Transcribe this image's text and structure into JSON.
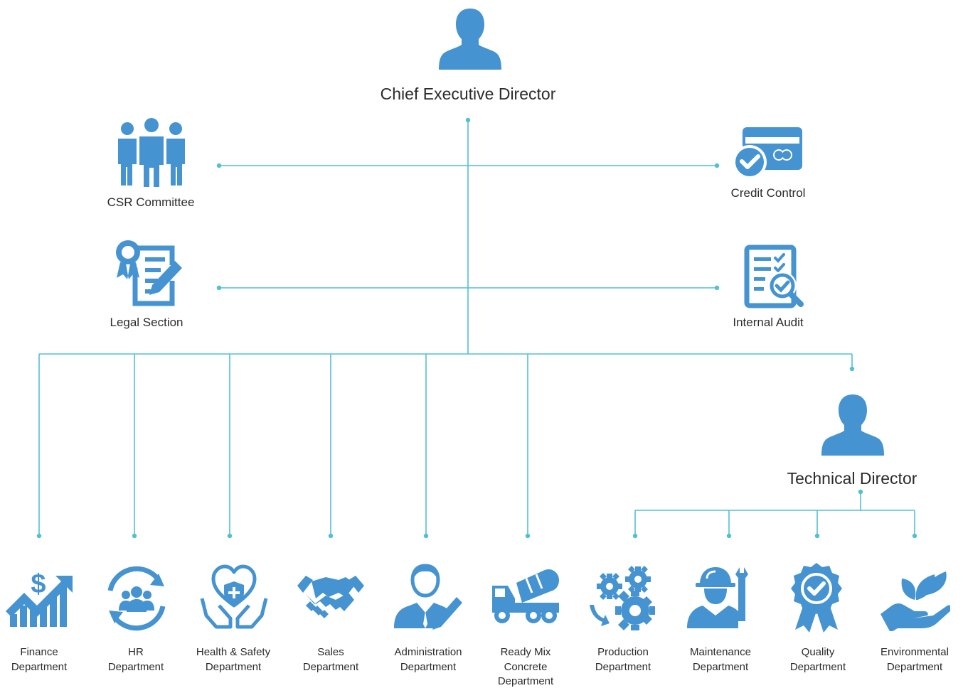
{
  "chart_data": {
    "type": "org-chart",
    "root": "Chief Executive Director",
    "staff_left": [
      "CSR Committee",
      "Legal Section"
    ],
    "staff_right": [
      "Credit Control",
      "Internal Audit"
    ],
    "departments": [
      "Finance Department",
      "HR Department",
      "Health & Safety Department",
      "Sales Department",
      "Administration Department",
      "Ready Mix Concrete Department"
    ],
    "technical_director": "Technical Director",
    "technical_departments": [
      "Production Department",
      "Maintenance Department",
      "Quality Department",
      "Environmental Department"
    ]
  },
  "nodes": {
    "ceo": {
      "label": "Chief Executive Director",
      "icon": "person-icon"
    },
    "tech": {
      "label": "Technical Director",
      "icon": "person-icon"
    },
    "csr": {
      "label": "CSR Committee",
      "icon": "group-icon"
    },
    "legal": {
      "label": "Legal Section",
      "icon": "certificate-edit-icon"
    },
    "credit": {
      "label": "Credit Control",
      "icon": "credit-card-check-icon"
    },
    "audit": {
      "label": "Internal Audit",
      "icon": "checklist-search-icon"
    },
    "finance": {
      "line1": "Finance",
      "line2": "Department",
      "icon": "finance-growth-icon"
    },
    "hr": {
      "line1": "HR",
      "line2": "Department",
      "icon": "team-cycle-icon"
    },
    "health": {
      "line1": "Health & Safety",
      "line2": "Department",
      "icon": "heart-hands-icon"
    },
    "sales": {
      "line1": "Sales",
      "line2": "Department",
      "icon": "handshake-icon"
    },
    "admin": {
      "line1": "Administration",
      "line2": "Department",
      "icon": "businessman-icon"
    },
    "readymix": {
      "line1": "Ready Mix",
      "line2": "Concrete",
      "line3": "Department",
      "icon": "concrete-truck-icon"
    },
    "production": {
      "line1": "Production",
      "line2": "Department",
      "icon": "gears-icon"
    },
    "maintenance": {
      "line1": "Maintenance",
      "line2": "Department",
      "icon": "worker-wrench-icon"
    },
    "quality": {
      "line1": "Quality",
      "line2": "Department",
      "icon": "quality-badge-icon"
    },
    "environmental": {
      "line1": "Environmental",
      "line2": "Department",
      "icon": "plant-hand-icon"
    }
  },
  "colors": {
    "icon": "#4593d1",
    "line": "#53bfd3",
    "text": "#2b2b2b"
  }
}
